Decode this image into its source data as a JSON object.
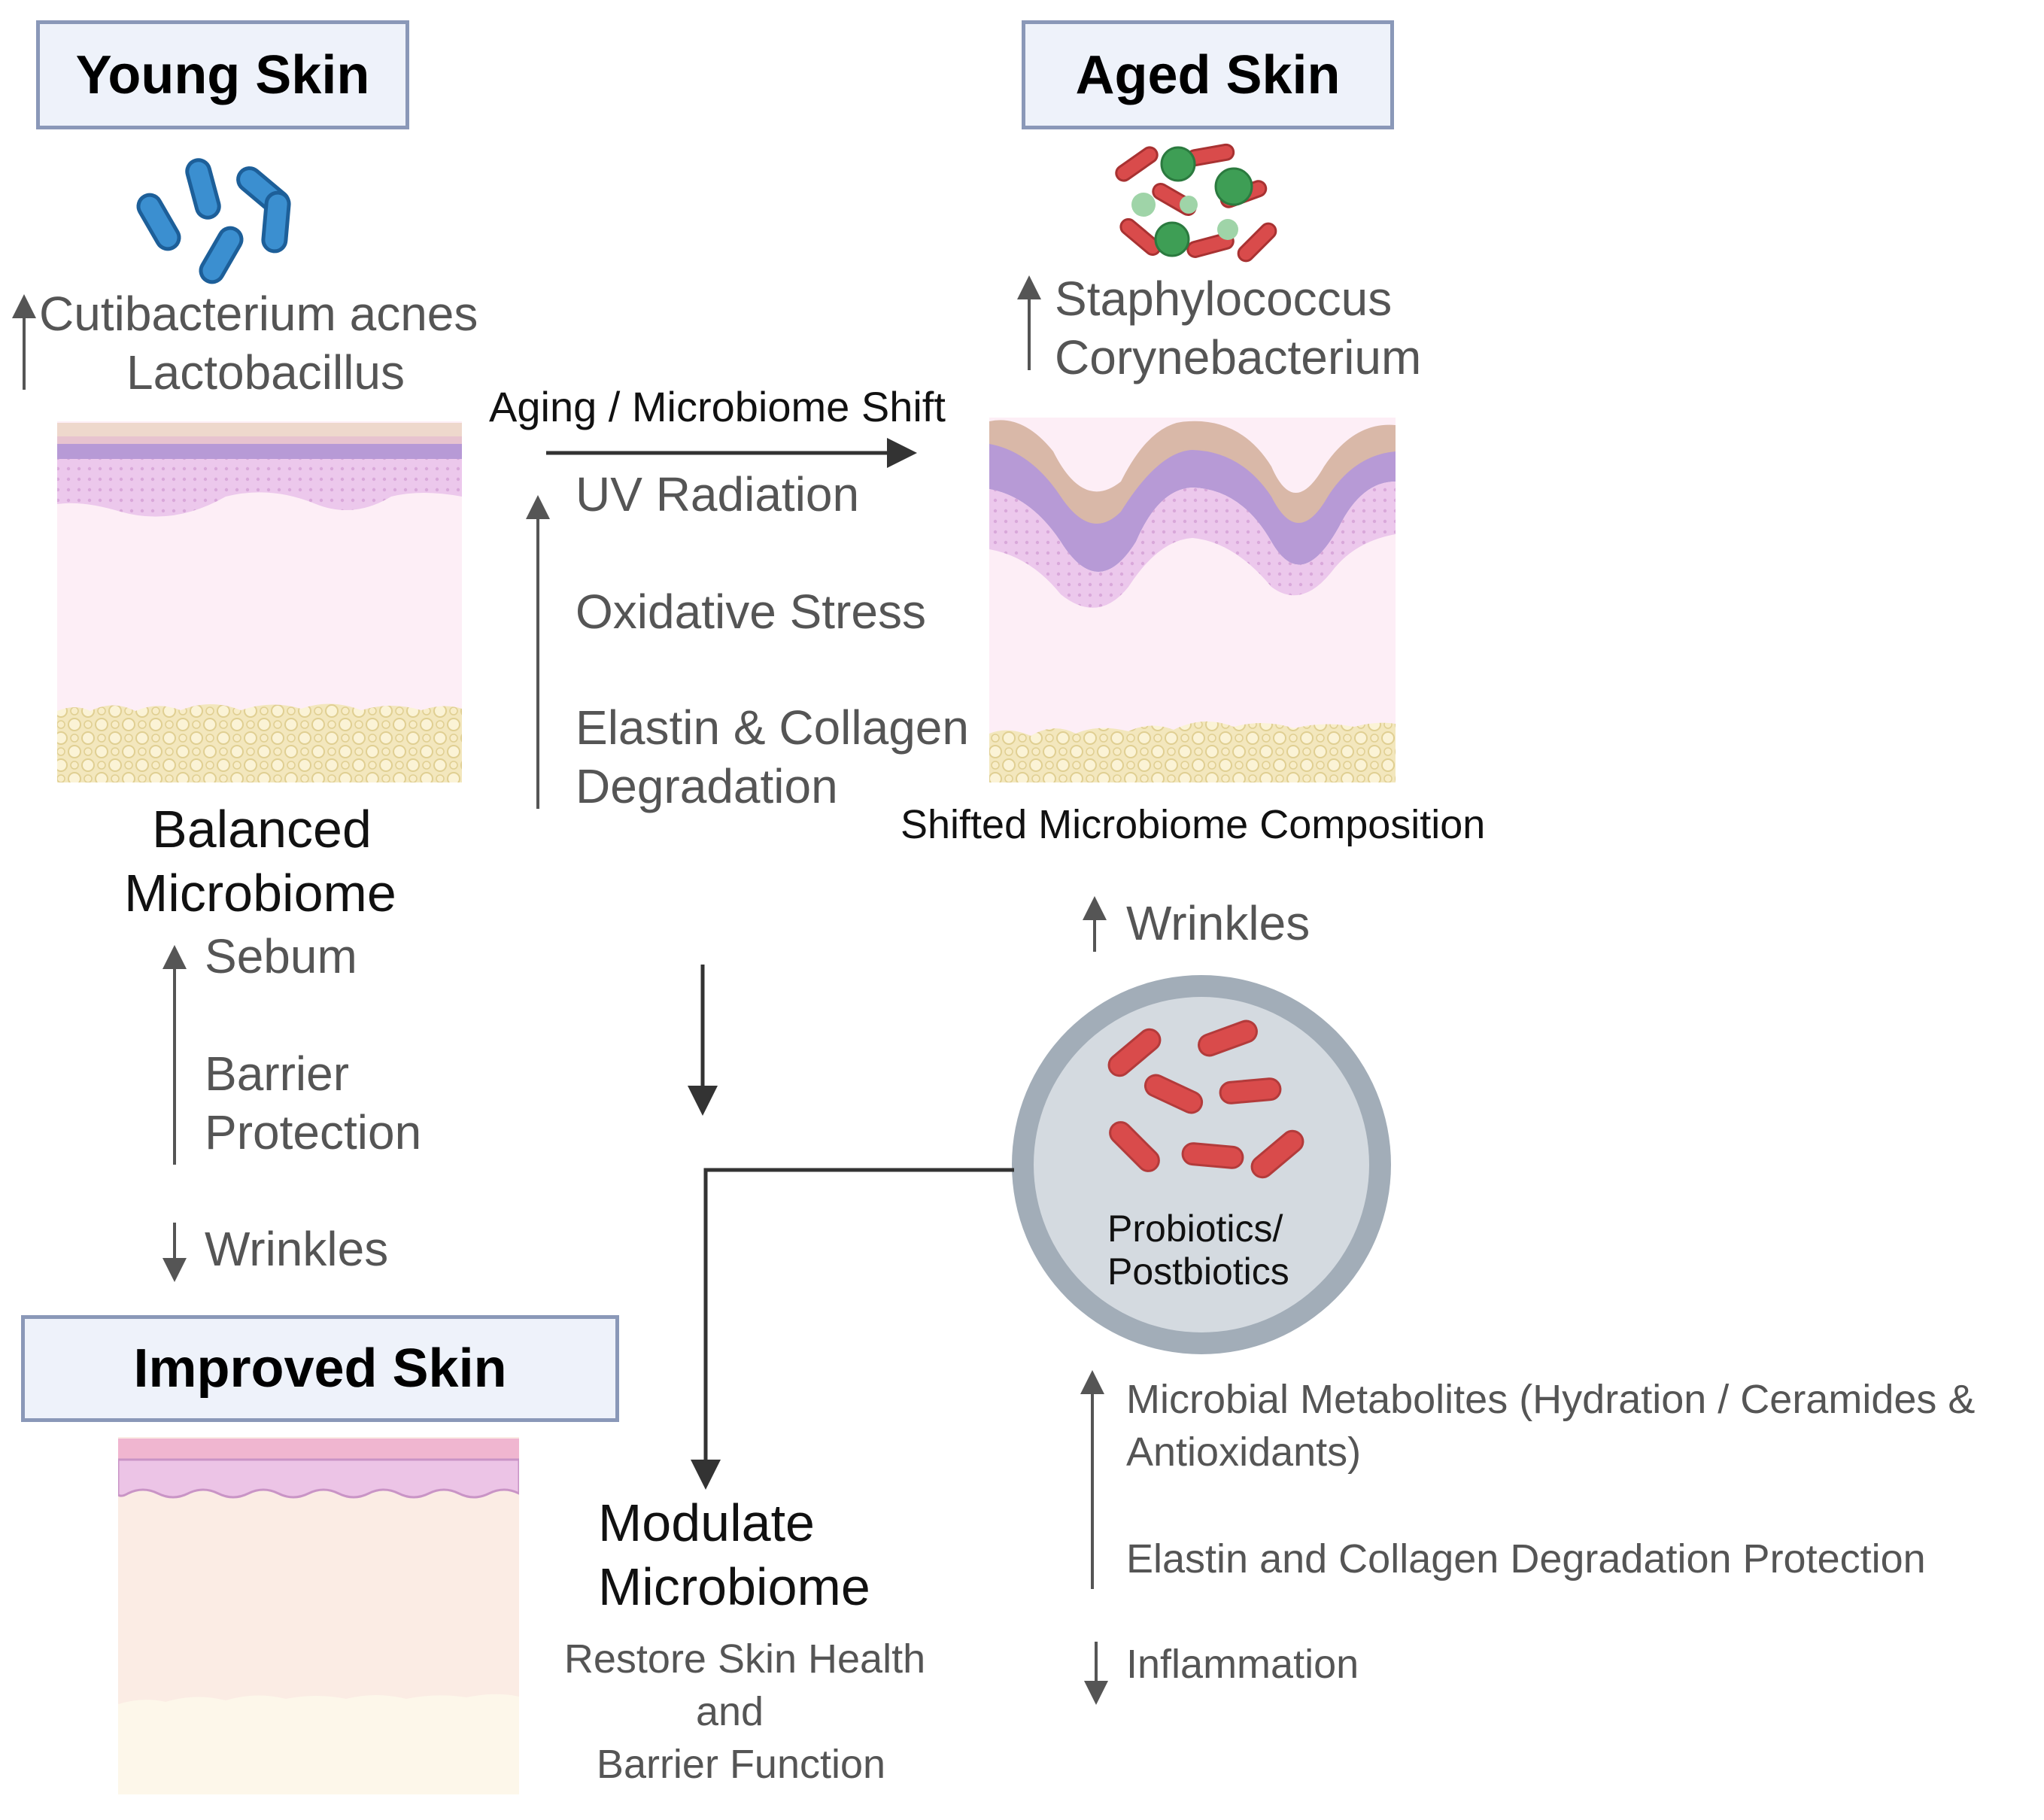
{
  "young": {
    "title": "Young Skin",
    "bacteria_up_1": "Cutibacterium acnes",
    "bacteria_up_2": "Lactobacillus",
    "state_1": "Balanced",
    "state_2": "Microbiome",
    "up_1": "Sebum",
    "up_2a": "Barrier",
    "up_2b": "Protection",
    "down_1": "Wrinkles"
  },
  "transition": {
    "label": "Aging / Microbiome Shift",
    "factor_1": "UV Radiation",
    "factor_2": "Oxidative Stress",
    "factor_3a": "Elastin & Collagen",
    "factor_3b": "Degradation"
  },
  "aged": {
    "title": "Aged Skin",
    "bacteria_up_1": "Staphylococcus",
    "bacteria_up_2": "Corynebacterium",
    "state": "Shifted Microbiome Composition",
    "up_1": "Wrinkles"
  },
  "probiotics": {
    "label_1": "Probiotics/",
    "label_2": "Postbiotics",
    "up_1a": "Microbial Metabolites (Hydration / Ceramides &",
    "up_1b": "Antioxidants)",
    "up_2": "Elastin and Collagen Degradation Protection",
    "down_1": "Inflammation"
  },
  "improved": {
    "title": "Improved Skin",
    "modulate_1": "Modulate",
    "modulate_2": "Microbiome",
    "restore_1": "Restore Skin Health",
    "restore_2": "and",
    "restore_3": "Barrier Function"
  },
  "colors": {
    "box_border": "#8a98b8",
    "box_fill": "#eef2fa",
    "young_bacteria": "#3b8fd0",
    "aged_rod": "#d94b4b",
    "aged_coccus": "#3e9e55",
    "probiotic_dish": "#c9d0d8",
    "arrow": "#333333"
  },
  "icons": [
    "young-bacteria-icon",
    "aged-bacteria-icon",
    "probiotic-dish-icon",
    "skin-layer-icon"
  ]
}
